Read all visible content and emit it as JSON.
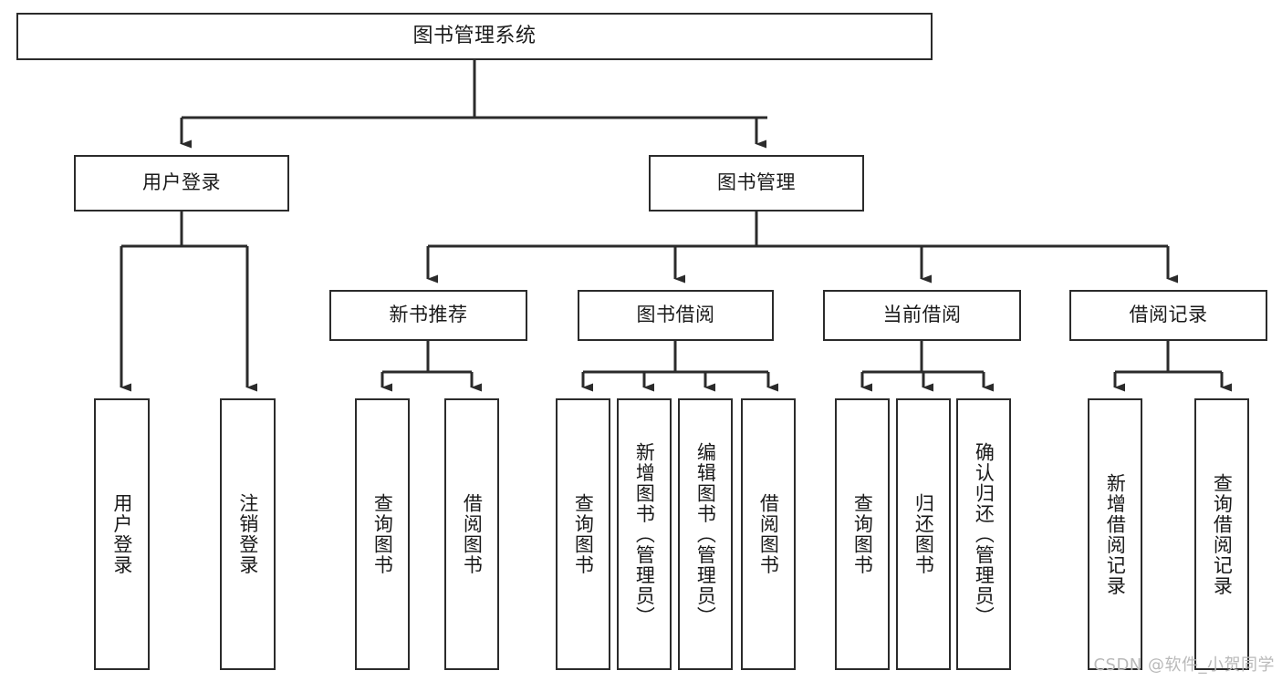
{
  "diagram": {
    "title": "图书管理系统",
    "type": "tree-hierarchy",
    "watermark": "CSDN @软件_小贺同学",
    "colors": {
      "box_border": "#2b2b2b",
      "box_fill": "#ffffff",
      "edge": "#2b2b2b",
      "text": "#1a1a1a",
      "watermark": "#b9b9b9",
      "background": "#ffffff"
    },
    "nodes": {
      "root": {
        "label": "图书管理系统"
      },
      "level2": [
        {
          "id": "user-login",
          "label": "用户登录"
        },
        {
          "id": "book-management",
          "label": "图书管理"
        }
      ],
      "level3": [
        {
          "id": "new-book-recommend",
          "label": "新书推荐"
        },
        {
          "id": "book-borrow",
          "label": "图书借阅"
        },
        {
          "id": "current-borrow",
          "label": "当前借阅"
        },
        {
          "id": "borrow-record",
          "label": "借阅记录"
        }
      ],
      "leaves": {
        "user_login": [
          {
            "id": "leaf-user-login",
            "label": "用户登录"
          },
          {
            "id": "leaf-user-logout",
            "label": "注销登录"
          }
        ],
        "new_book_recommend": [
          {
            "id": "leaf-query-book-1",
            "label": "查询图书"
          },
          {
            "id": "leaf-borrow-book-1",
            "label": "借阅图书"
          }
        ],
        "book_borrow": [
          {
            "id": "leaf-query-book-2",
            "label": "查询图书"
          },
          {
            "id": "leaf-add-book",
            "label": "新增图书（管理员）"
          },
          {
            "id": "leaf-edit-book",
            "label": "编辑图书（管理员）"
          },
          {
            "id": "leaf-borrow-book-2",
            "label": "借阅图书"
          }
        ],
        "current_borrow": [
          {
            "id": "leaf-query-book-3",
            "label": "查询图书"
          },
          {
            "id": "leaf-return-book",
            "label": "归还图书"
          },
          {
            "id": "leaf-confirm-return",
            "label": "确认归还（管理员）"
          }
        ],
        "borrow_record": [
          {
            "id": "leaf-add-record",
            "label": "新增借阅记录"
          },
          {
            "id": "leaf-query-record",
            "label": "查询借阅记录"
          }
        ]
      }
    }
  }
}
